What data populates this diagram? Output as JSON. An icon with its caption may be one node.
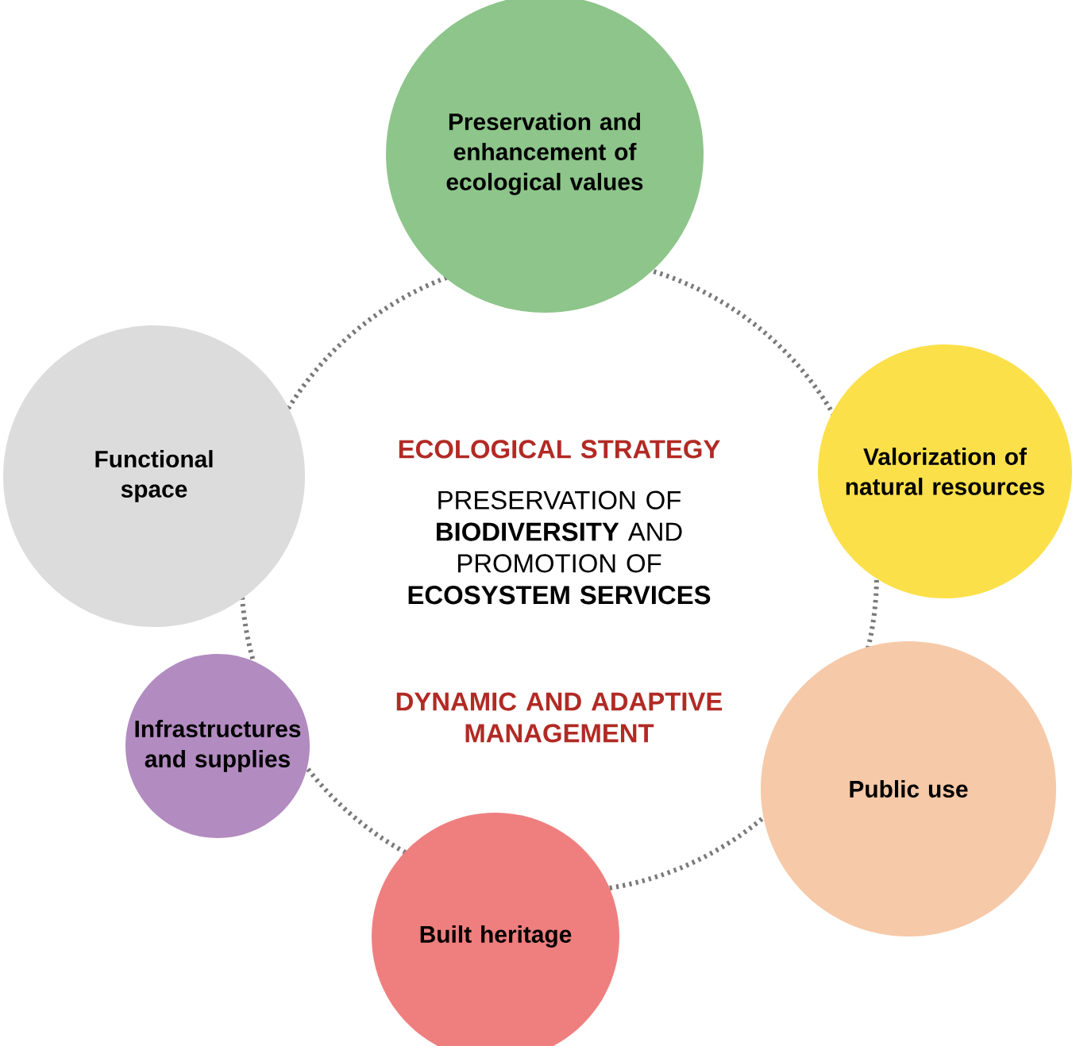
{
  "diagram": {
    "nodes": [
      {
        "text": [
          "Preservation and enhancement of ecological values"
        ]
      },
      {
        "text": [
          "Functional space"
        ]
      },
      {
        "text": [
          "ECOLOGICAL STRATEGY",
          "PRESERVATION OF **BIODIVERSITY** AND PROMOTION OF **ECOSYSTEM SERVICES**",
          "DYNAMIC AND ADAPTIVE MANAGEMENT"
        ]
      },
      {
        "text": [
          "Valorization of natural resources"
        ]
      },
      {
        "text": [
          "Infrastructures and supplies"
        ]
      },
      {
        "text": [
          "Public use"
        ]
      },
      {
        "text": [
          "Built heritage"
        ]
      }
    ]
  }
}
